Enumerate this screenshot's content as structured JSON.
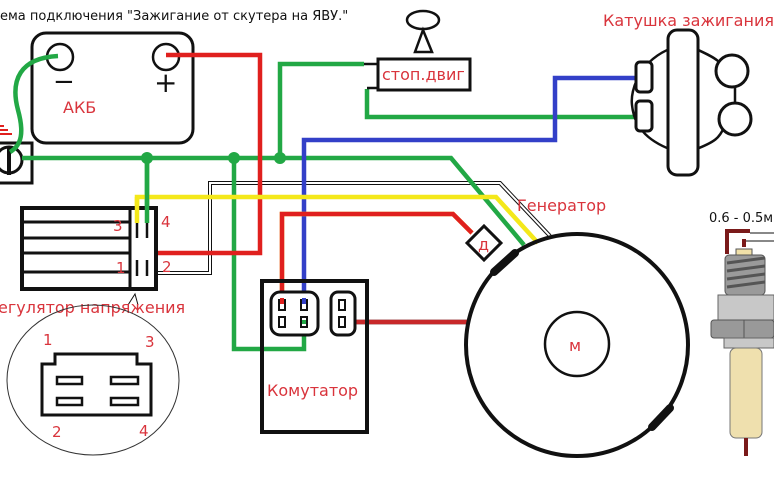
{
  "title": "ема подключения \"Зажигание от скутера на ЯВУ.\"",
  "battery": {
    "label": "АКБ",
    "minus": "−",
    "plus": "+"
  },
  "stop_switch": {
    "label": "стоп.двиг"
  },
  "ignition_coil": {
    "label": "Катушка зажигания"
  },
  "generator": {
    "label": "Генератор",
    "sensor_label": "д",
    "rotor_label": "м"
  },
  "regulator": {
    "label": "егулятор напряжения",
    "pins": [
      "3",
      "4",
      "1",
      "2"
    ],
    "connector_pins": [
      "1",
      "3",
      "2",
      "4"
    ]
  },
  "commutator": {
    "label": "Комутатор"
  },
  "spark_plug": {
    "gap_label": "0.6 - 0.5м"
  },
  "colors": {
    "red": "#e0201e",
    "green": "#22a845",
    "blue": "#3340c8",
    "yellow": "#f4e81a",
    "label": "#d9343c"
  }
}
